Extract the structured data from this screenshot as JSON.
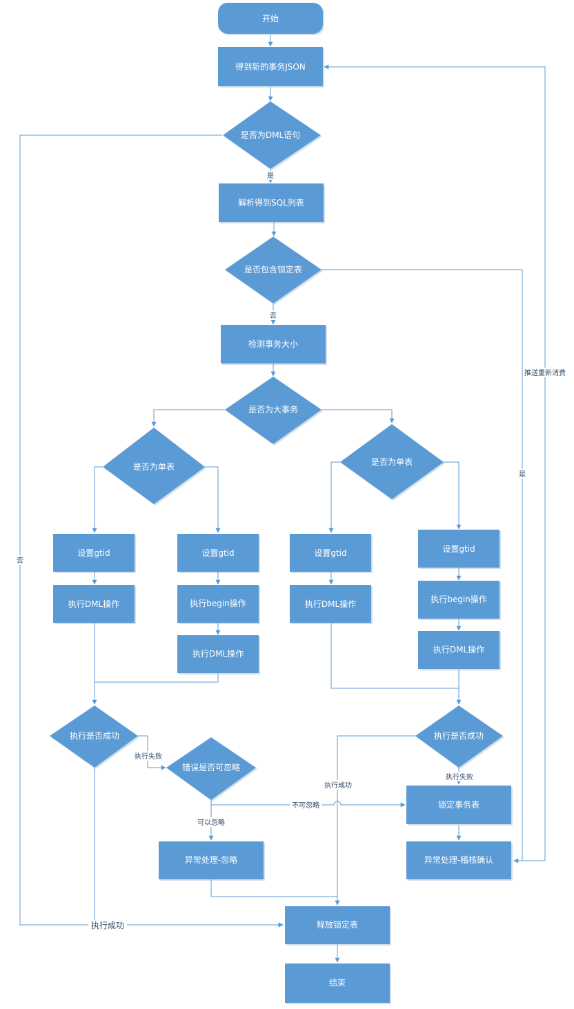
{
  "colors": {
    "node_fill": "#5b9bd5",
    "connector": "#5b9bd5",
    "node_text": "#ffffff",
    "label_text": "#2e4a6b",
    "background": "#ffffff"
  },
  "nodes": {
    "start": "开始",
    "get_json": "得到新的事务JSON",
    "is_dml": "是否为DML语句",
    "parse_sql": "解析得到SQL列表",
    "has_lock_table": "是否包含锁定表",
    "check_size": "检测事务大小",
    "is_big_tx": "是否为大事务",
    "is_single_left": "是否为单表",
    "is_single_right": "是否为单表",
    "gtid_1": "设置gtid",
    "gtid_2": "设置gtid",
    "gtid_3": "设置gtid",
    "gtid_4": "设置gtid",
    "dml_1": "执行DML操作",
    "begin_2": "执行begin操作",
    "dml_2": "执行DML操作",
    "dml_3": "执行DML操作",
    "begin_4": "执行begin操作",
    "dml_4": "执行DML操作",
    "exec_ok_left": "执行是否成功",
    "err_ignorable": "错误是否可忽略",
    "exec_ok_right": "执行是否成功",
    "lock_tx_table": "锁定事务表",
    "exc_ignore": "异常处理-忽略",
    "exc_review": "异常处理-稽核确认",
    "release_lock": "释放锁定表",
    "end": "结束"
  },
  "edge_labels": {
    "is_dml_yes": "是",
    "is_dml_no": "否",
    "lock_no": "否",
    "lock_yes": "是",
    "push_reconsume": "推送重新消费",
    "left_fail": "执行失败",
    "cannot_ignore": "不可忽略",
    "can_ignore": "可以忽略",
    "right_success": "执行成功",
    "right_fail": "执行失败",
    "left_success": "执行成功"
  }
}
